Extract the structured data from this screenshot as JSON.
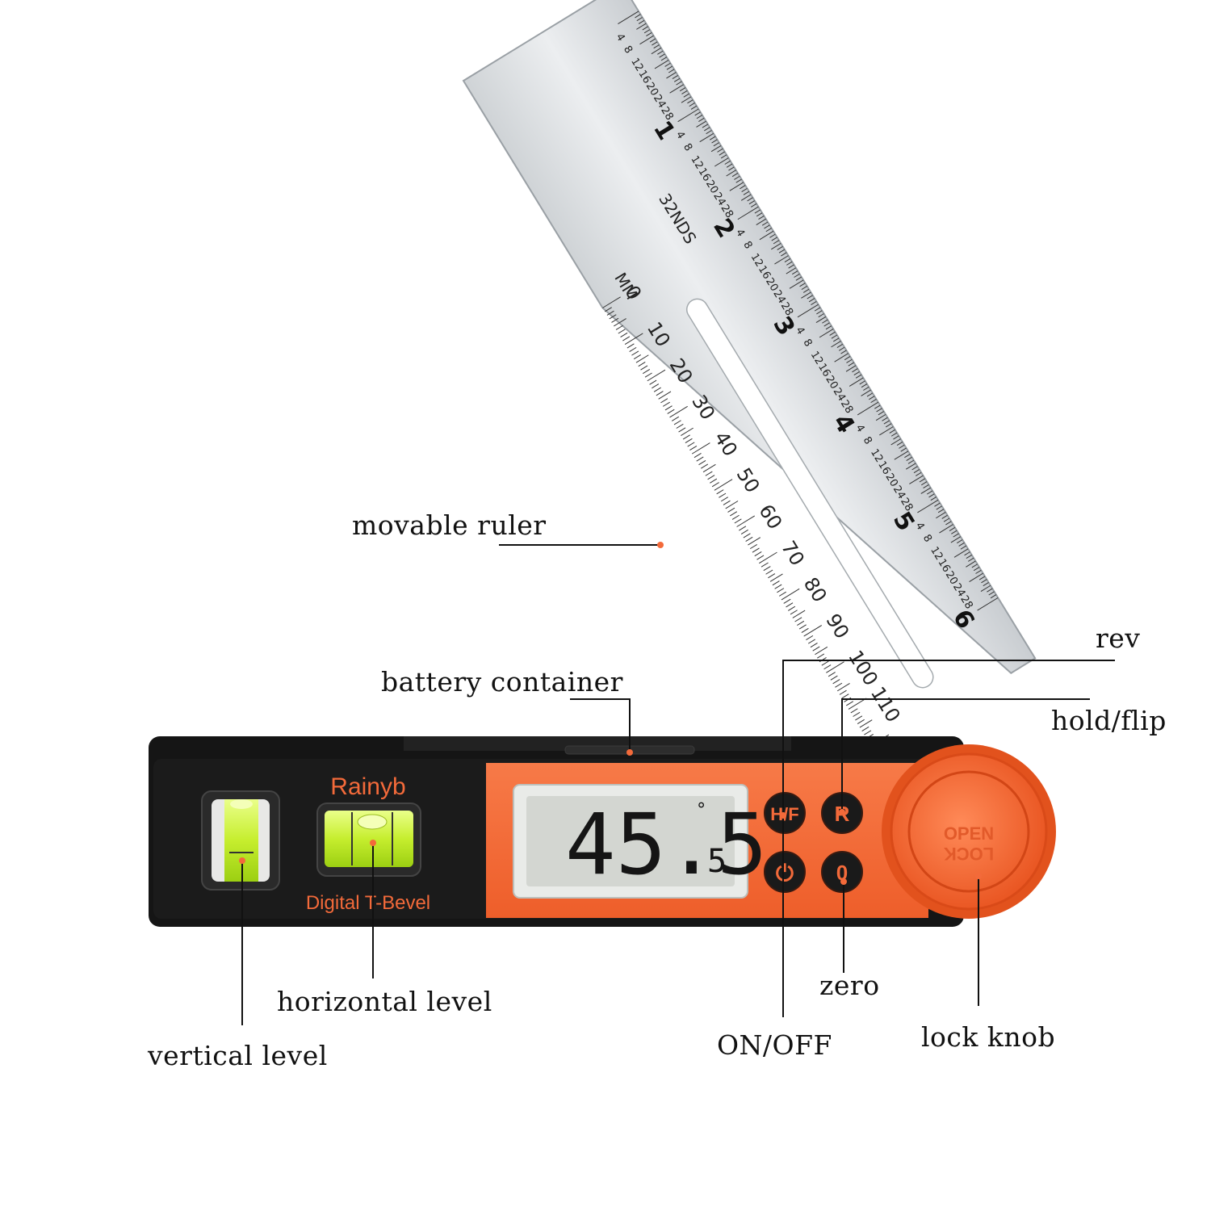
{
  "ruler": {
    "unit_mm": "MM",
    "unit_in": "32NDS",
    "mm_labels": [
      "0",
      "10",
      "20",
      "30",
      "40",
      "50",
      "60",
      "70",
      "80",
      "90",
      "100",
      "110"
    ],
    "inch_labels": [
      "1",
      "2",
      "3",
      "4",
      "5",
      "6"
    ],
    "sub_labels": [
      "4",
      "8",
      "12",
      "16",
      "20",
      "24",
      "28"
    ]
  },
  "device": {
    "brand": "Rainyb",
    "model": "Digital T-Bevel",
    "display_value": "45.5",
    "display_degree": "°",
    "display_sub": "5",
    "buttons": {
      "hold_flip": "H/F",
      "rev": "R",
      "power": "⏻",
      "zero": "0"
    },
    "knob_top": "OPEN",
    "knob_bottom": "LOCK"
  },
  "labels": {
    "movable_ruler": "movable ruler",
    "battery_container": "battery container",
    "rev": "rev",
    "hold_flip": "hold/flip",
    "horizontal_level": "horizontal level",
    "vertical_level": "vertical level",
    "zero": "zero",
    "on_off": "ON/OFF",
    "lock_knob": "lock knob"
  },
  "colors": {
    "accent": "#f36a3a",
    "body": "#141414",
    "lcd": "#d6d9d4",
    "bubble": "#c8f03a",
    "ruler": "#d9dcde"
  }
}
